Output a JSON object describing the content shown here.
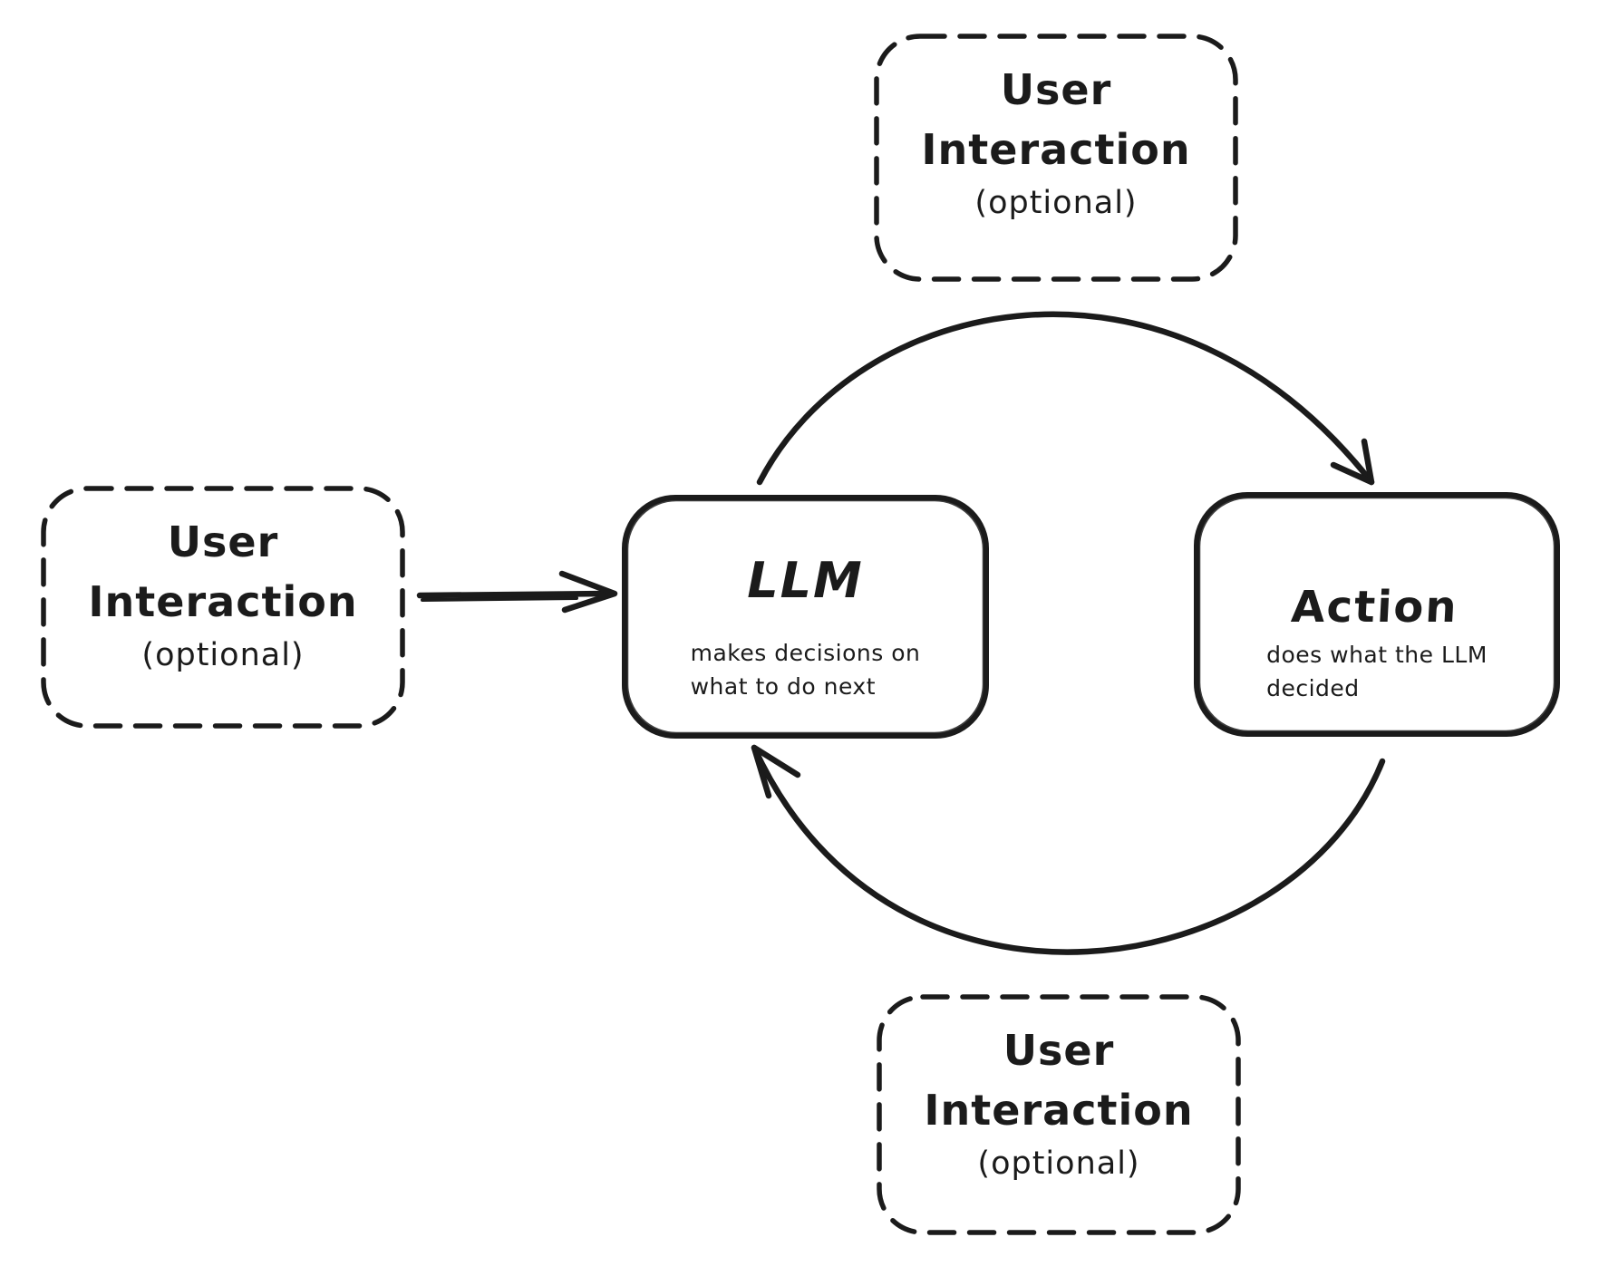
{
  "page": {
    "background": "#ffffff",
    "ink_color": "#1b1b1b"
  },
  "nodes": {
    "user_top": {
      "line1": "User",
      "line2": "Interaction",
      "line3": "(optional)",
      "style": "dashed"
    },
    "user_left": {
      "line1": "User",
      "line2": "Interaction",
      "line3": "(optional)",
      "style": "dashed"
    },
    "user_bottom": {
      "line1": "User",
      "line2": "Interaction",
      "line3": "(optional)",
      "style": "dashed"
    },
    "llm": {
      "title": "LLM",
      "desc_line1": "makes decisions on",
      "desc_line2": "what to do next",
      "style": "solid"
    },
    "action": {
      "title": "Action",
      "desc_line1": "does what the LLM",
      "desc_line2": "decided",
      "style": "solid"
    }
  },
  "edges": [
    {
      "from": "user_left",
      "to": "llm",
      "shape": "straight-arrow"
    },
    {
      "from": "llm",
      "to": "action",
      "shape": "curved-arrow-over-top"
    },
    {
      "from": "action",
      "to": "llm",
      "shape": "curved-arrow-under-bottom"
    }
  ]
}
